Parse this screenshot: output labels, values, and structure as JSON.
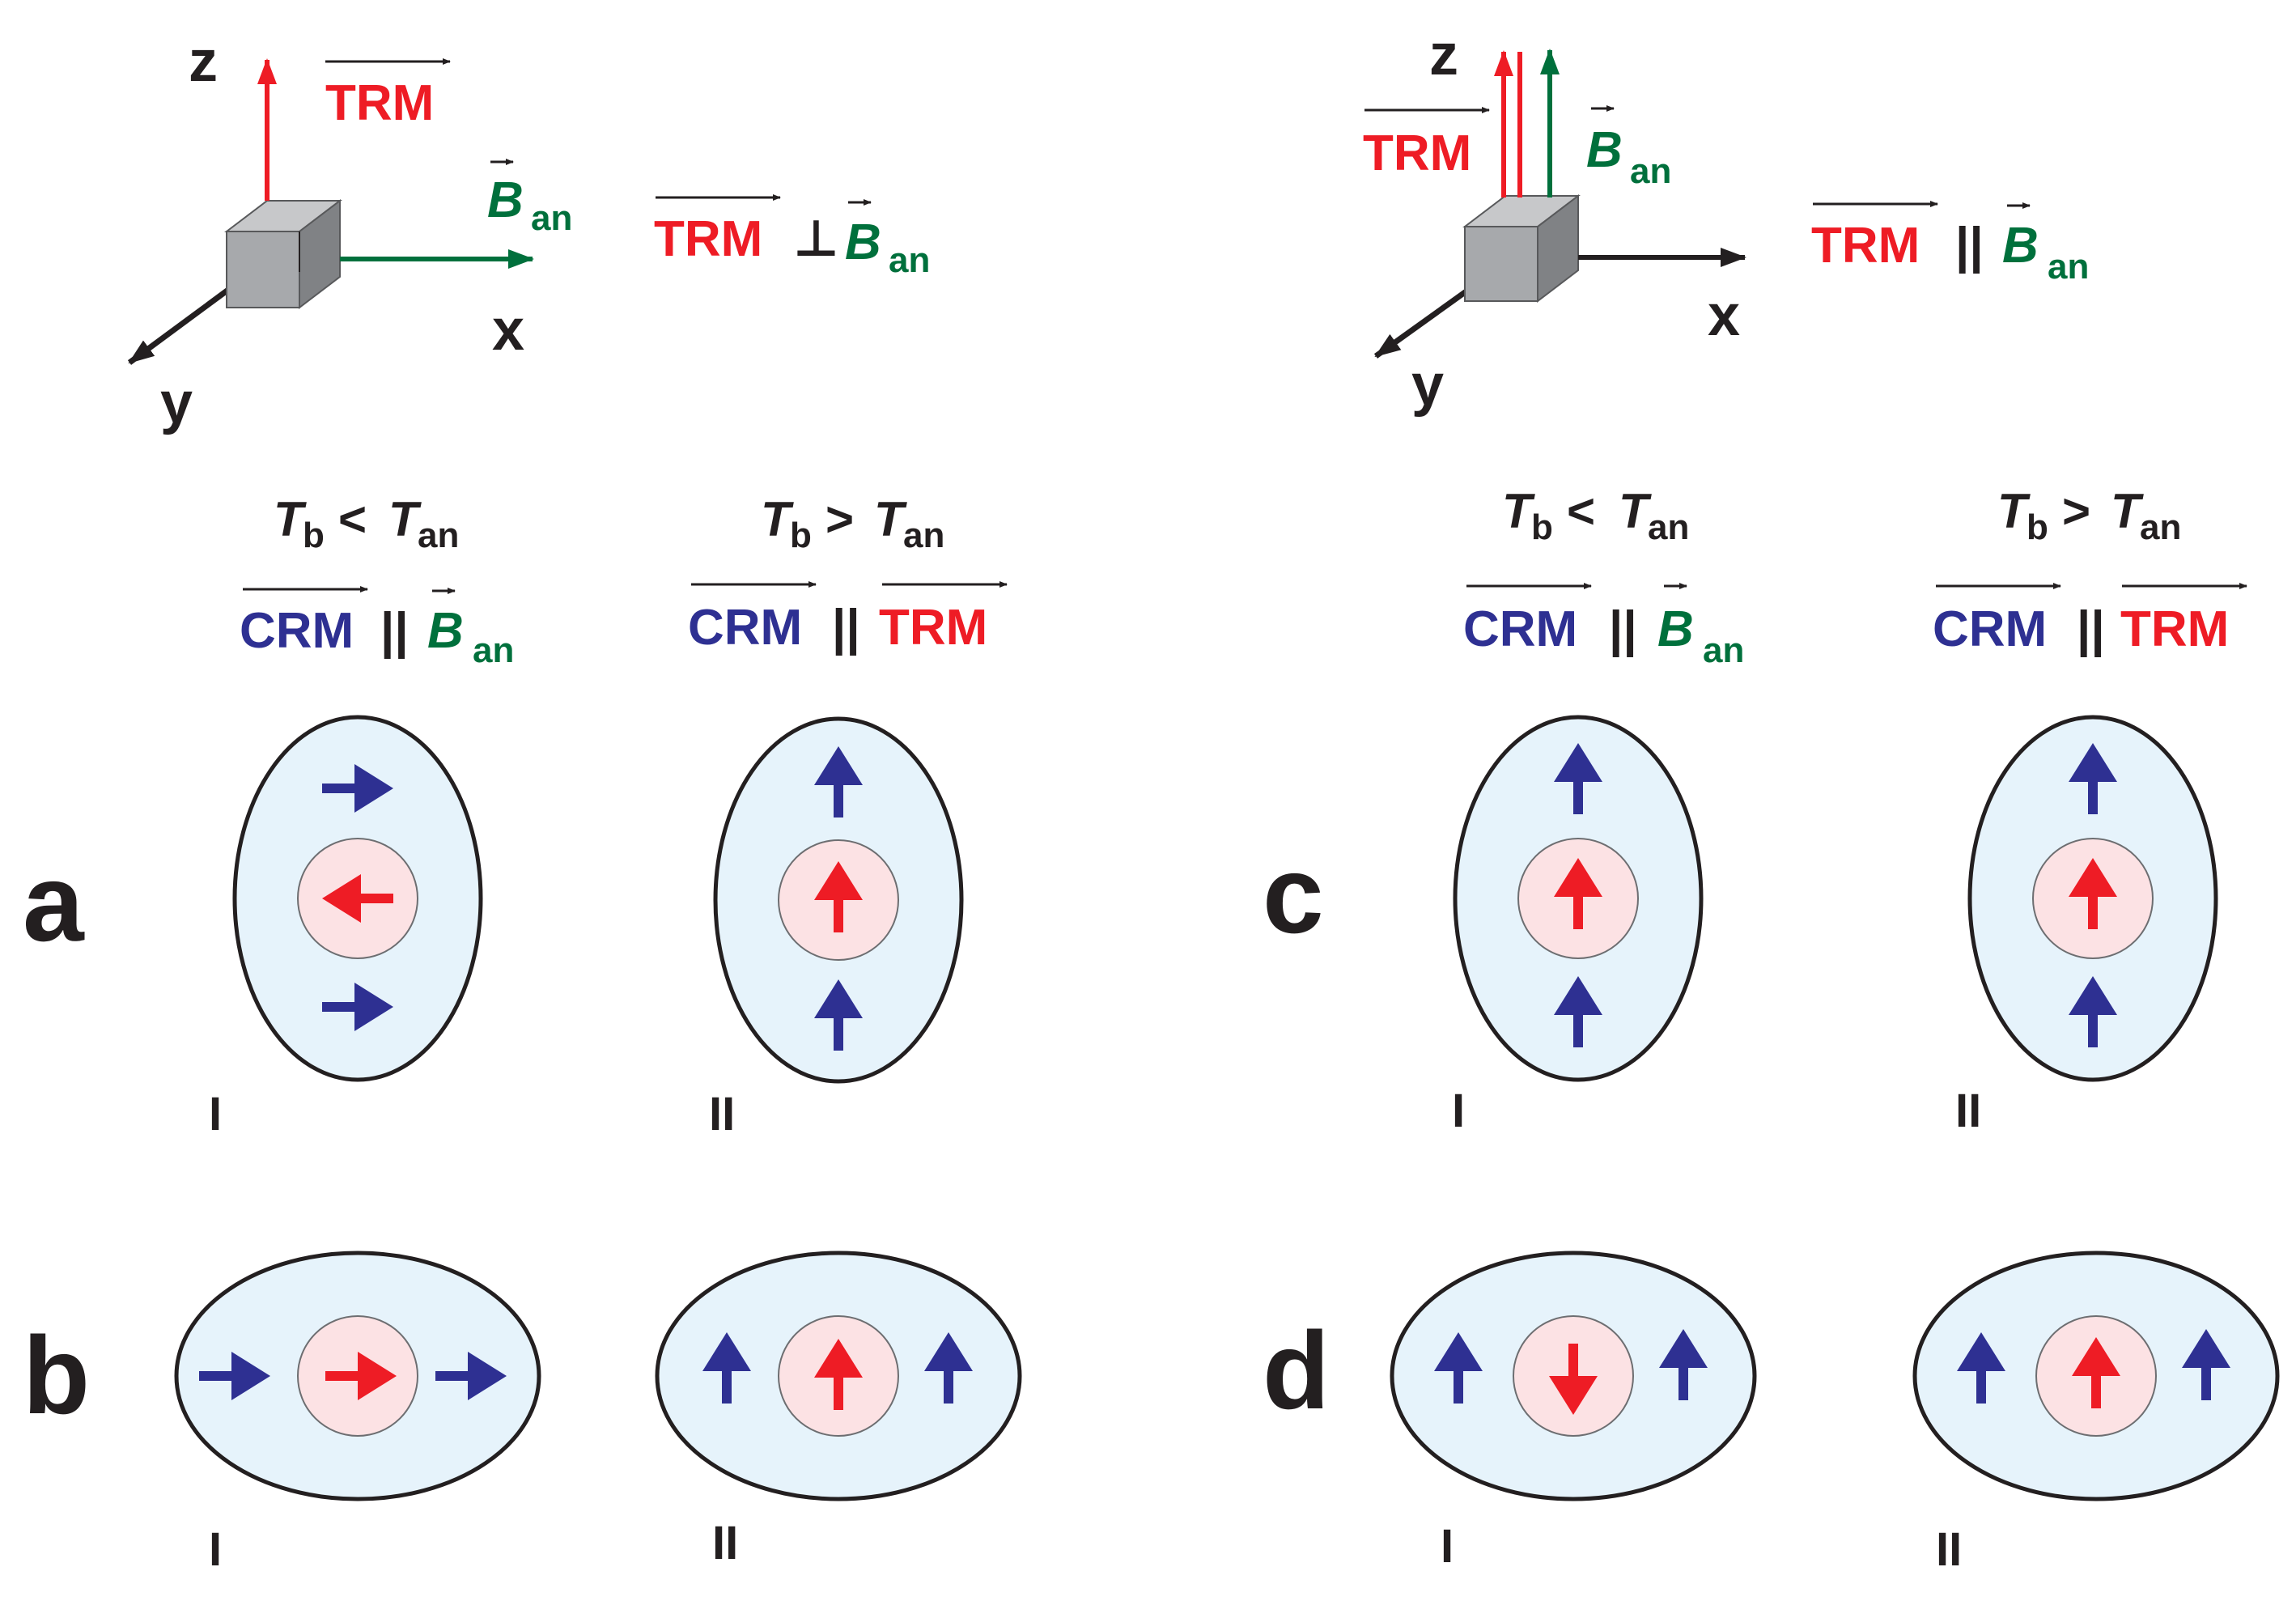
{
  "colors": {
    "trm": "#ee1c25",
    "b_field": "#00703c",
    "crm": "#2e3092",
    "axis": "#231f20",
    "ellipse_fill": "#e6f3fb",
    "circle_fill": "#fce2e4",
    "cube_front": "#a7a9ac",
    "cube_top": "#c7c8ca",
    "cube_side": "#808285"
  },
  "axes": {
    "z": "z",
    "x": "x",
    "y": "y"
  },
  "vec": {
    "trm": "TRM",
    "b": "B",
    "an_sub": "an",
    "crm": "CRM"
  },
  "relations": {
    "perp": "⊥",
    "parallel": "||"
  },
  "conditions": {
    "t": "T",
    "b_sub": "b",
    "an_sub": "an",
    "lt": "<",
    "gt": ">"
  },
  "panel_letters": {
    "a": "a",
    "b": "b",
    "c": "c",
    "d": "d"
  },
  "case_labels": {
    "one": "I",
    "two": "II"
  },
  "icons": {
    "cube": "grain-cube-icon",
    "arrow_crm": "crm-arrow-icon",
    "arrow_trm": "trm-arrow-icon"
  }
}
